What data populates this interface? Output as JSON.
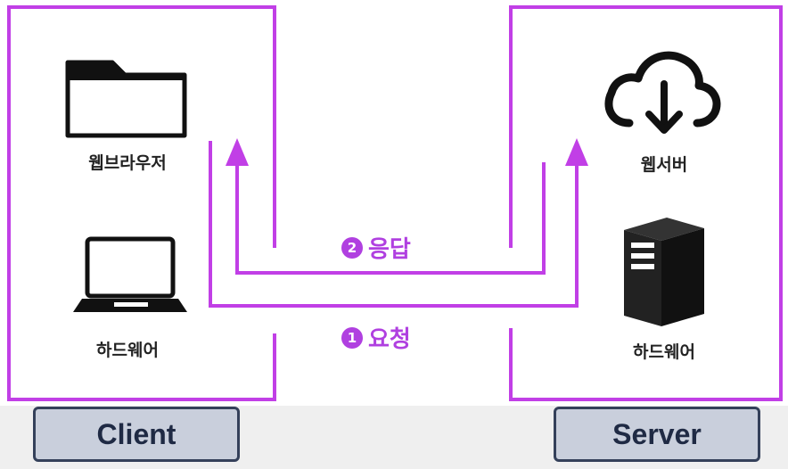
{
  "colors": {
    "accent": "#c13fe6",
    "box_border": "#34405a",
    "box_fill": "#c9cfdc"
  },
  "client": {
    "title": "Client",
    "items": [
      {
        "icon": "folder-icon",
        "label": "웹브라우저"
      },
      {
        "icon": "laptop-icon",
        "label": "하드웨어"
      }
    ]
  },
  "server": {
    "title": "Server",
    "items": [
      {
        "icon": "cloud-download-icon",
        "label": "웹서버"
      },
      {
        "icon": "server-tower-icon",
        "label": "하드웨어"
      }
    ]
  },
  "messages": {
    "response": {
      "number": "2",
      "label": "응답"
    },
    "request": {
      "number": "1",
      "label": "요청"
    }
  }
}
